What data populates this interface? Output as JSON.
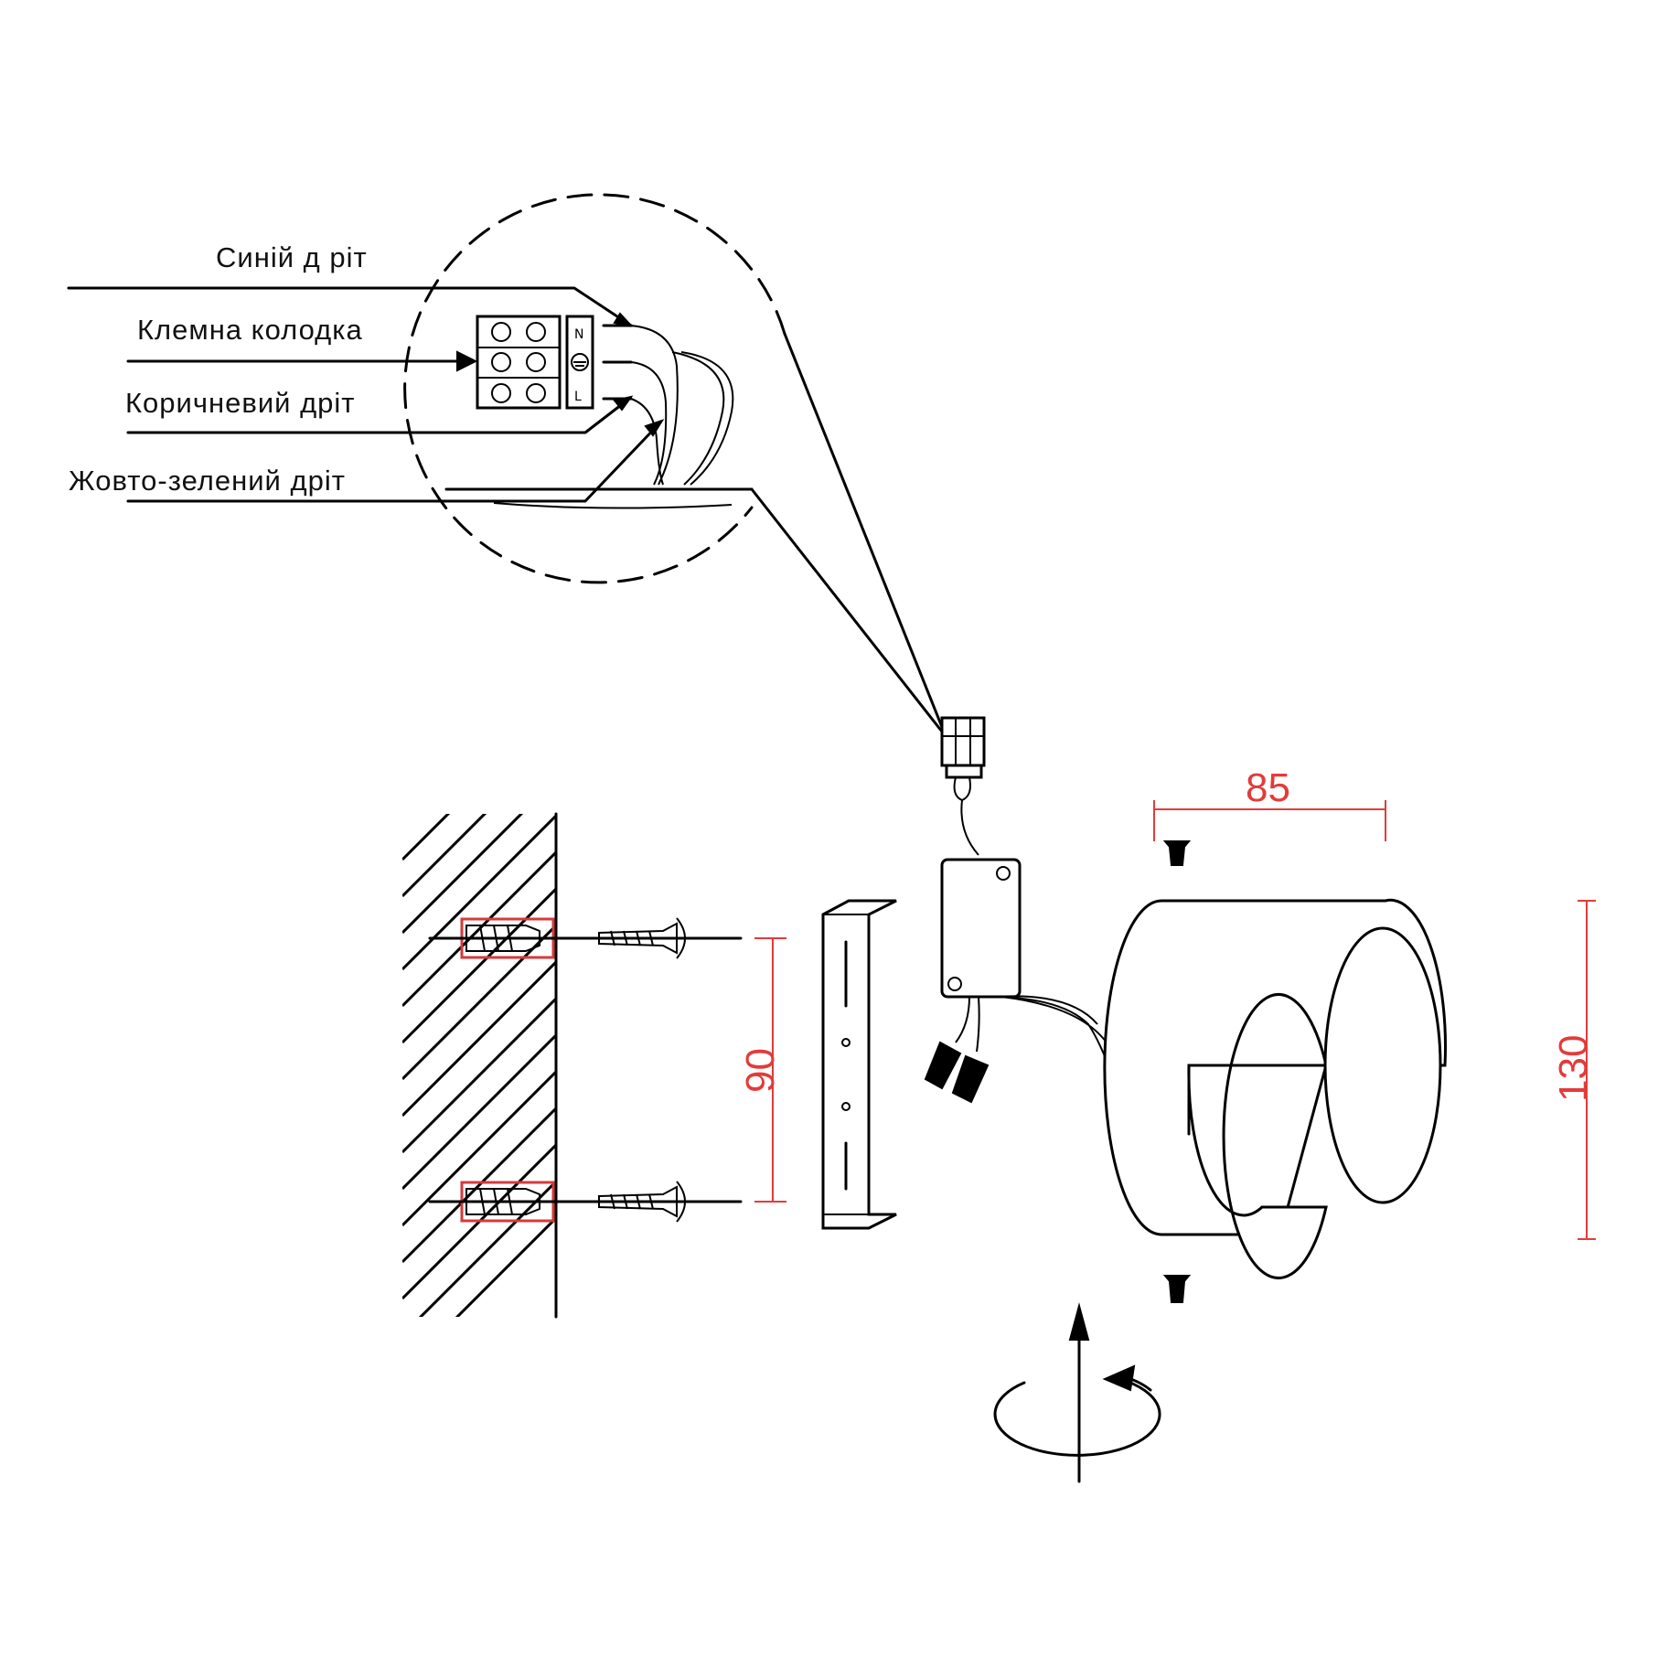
{
  "callouts": {
    "blue_wire": "Синій д ріт",
    "terminal_block": "Клемна колодка",
    "brown_wire": "Коричневий дріт",
    "ground_wire": "Жовто-зелений дріт"
  },
  "dimensions": {
    "mount_spacing": "90",
    "depth": "85",
    "height": "130"
  },
  "colors": {
    "line": "#000000",
    "dimension": "#e33b3b",
    "anchor_highlight": "#d63a3a"
  },
  "icons": [
    "rotation-arrow-icon",
    "screw-icon",
    "ground-symbol-icon"
  ]
}
